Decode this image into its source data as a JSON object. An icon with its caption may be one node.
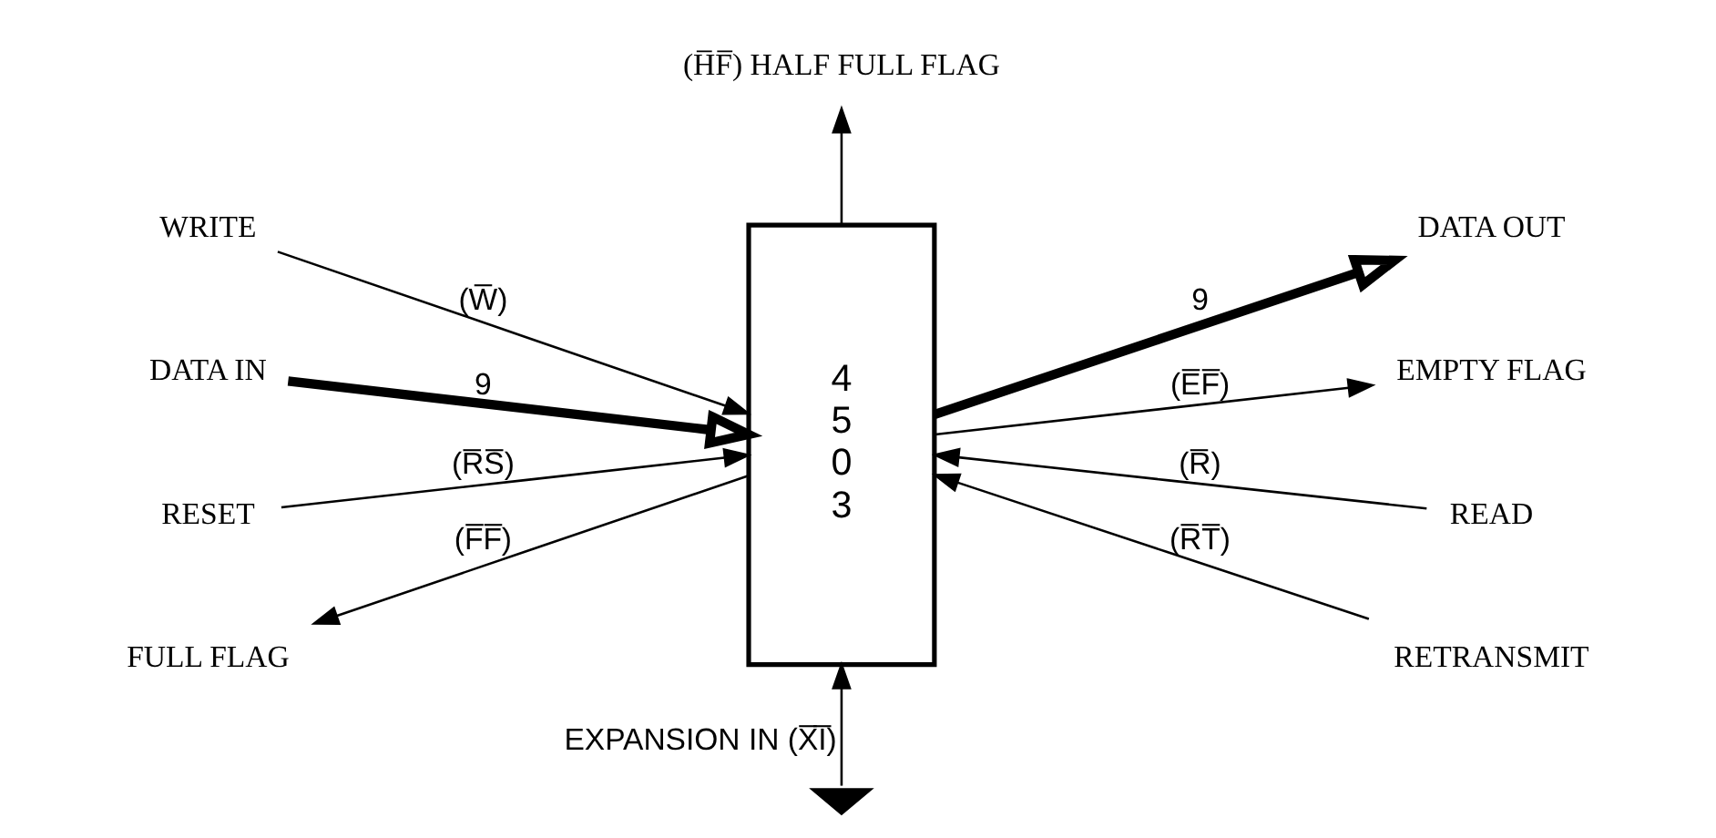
{
  "diagram": {
    "nodes": [
      {
        "text": [
          "4 5 0 3"
        ]
      },
      {
        "text": [
          "WRITE"
        ]
      },
      {
        "text": [
          "DATA IN"
        ]
      },
      {
        "text": [
          "FULL FLAG"
        ]
      },
      {
        "text": [
          "RESET"
        ]
      },
      {
        "text": [
          "READ"
        ]
      },
      {
        "text": [
          "DATA OUT"
        ]
      },
      {
        "text": [
          "EMPTY FLAG"
        ]
      },
      {
        "text": [
          "RETRANSMIT"
        ]
      },
      {
        "text": [
          "(H̅F̅) HALF FULL FLAG"
        ]
      },
      {
        "text": [],
        "shape": "ground"
      }
    ],
    "edges": [
      {
        "from": 1,
        "to": 0,
        "arrow": "to",
        "label": "(W̅)"
      },
      {
        "from": 2,
        "to": 0,
        "arrow": "to",
        "label": "9",
        "style": "thick"
      },
      {
        "from": 0,
        "to": 3,
        "arrow": "to",
        "label": "(F̅F̅)"
      },
      {
        "from": 4,
        "to": 0,
        "arrow": "to",
        "label": "(R̅S̅)"
      },
      {
        "from": 5,
        "to": 0,
        "arrow": "to",
        "label": "(R̅)"
      },
      {
        "from": 0,
        "to": 6,
        "arrow": "to",
        "label": "9",
        "style": "thick"
      },
      {
        "from": 0,
        "to": 7,
        "arrow": "to",
        "label": "(E̅F̅)"
      },
      {
        "from": 8,
        "to": 0,
        "arrow": "to",
        "label": "(R̅T̅)"
      },
      {
        "from": 0,
        "to": 9,
        "arrow": "to"
      },
      {
        "from": 10,
        "to": 0,
        "arrow": "to",
        "label": "EXPANSION IN (X̅I̅)"
      }
    ]
  }
}
